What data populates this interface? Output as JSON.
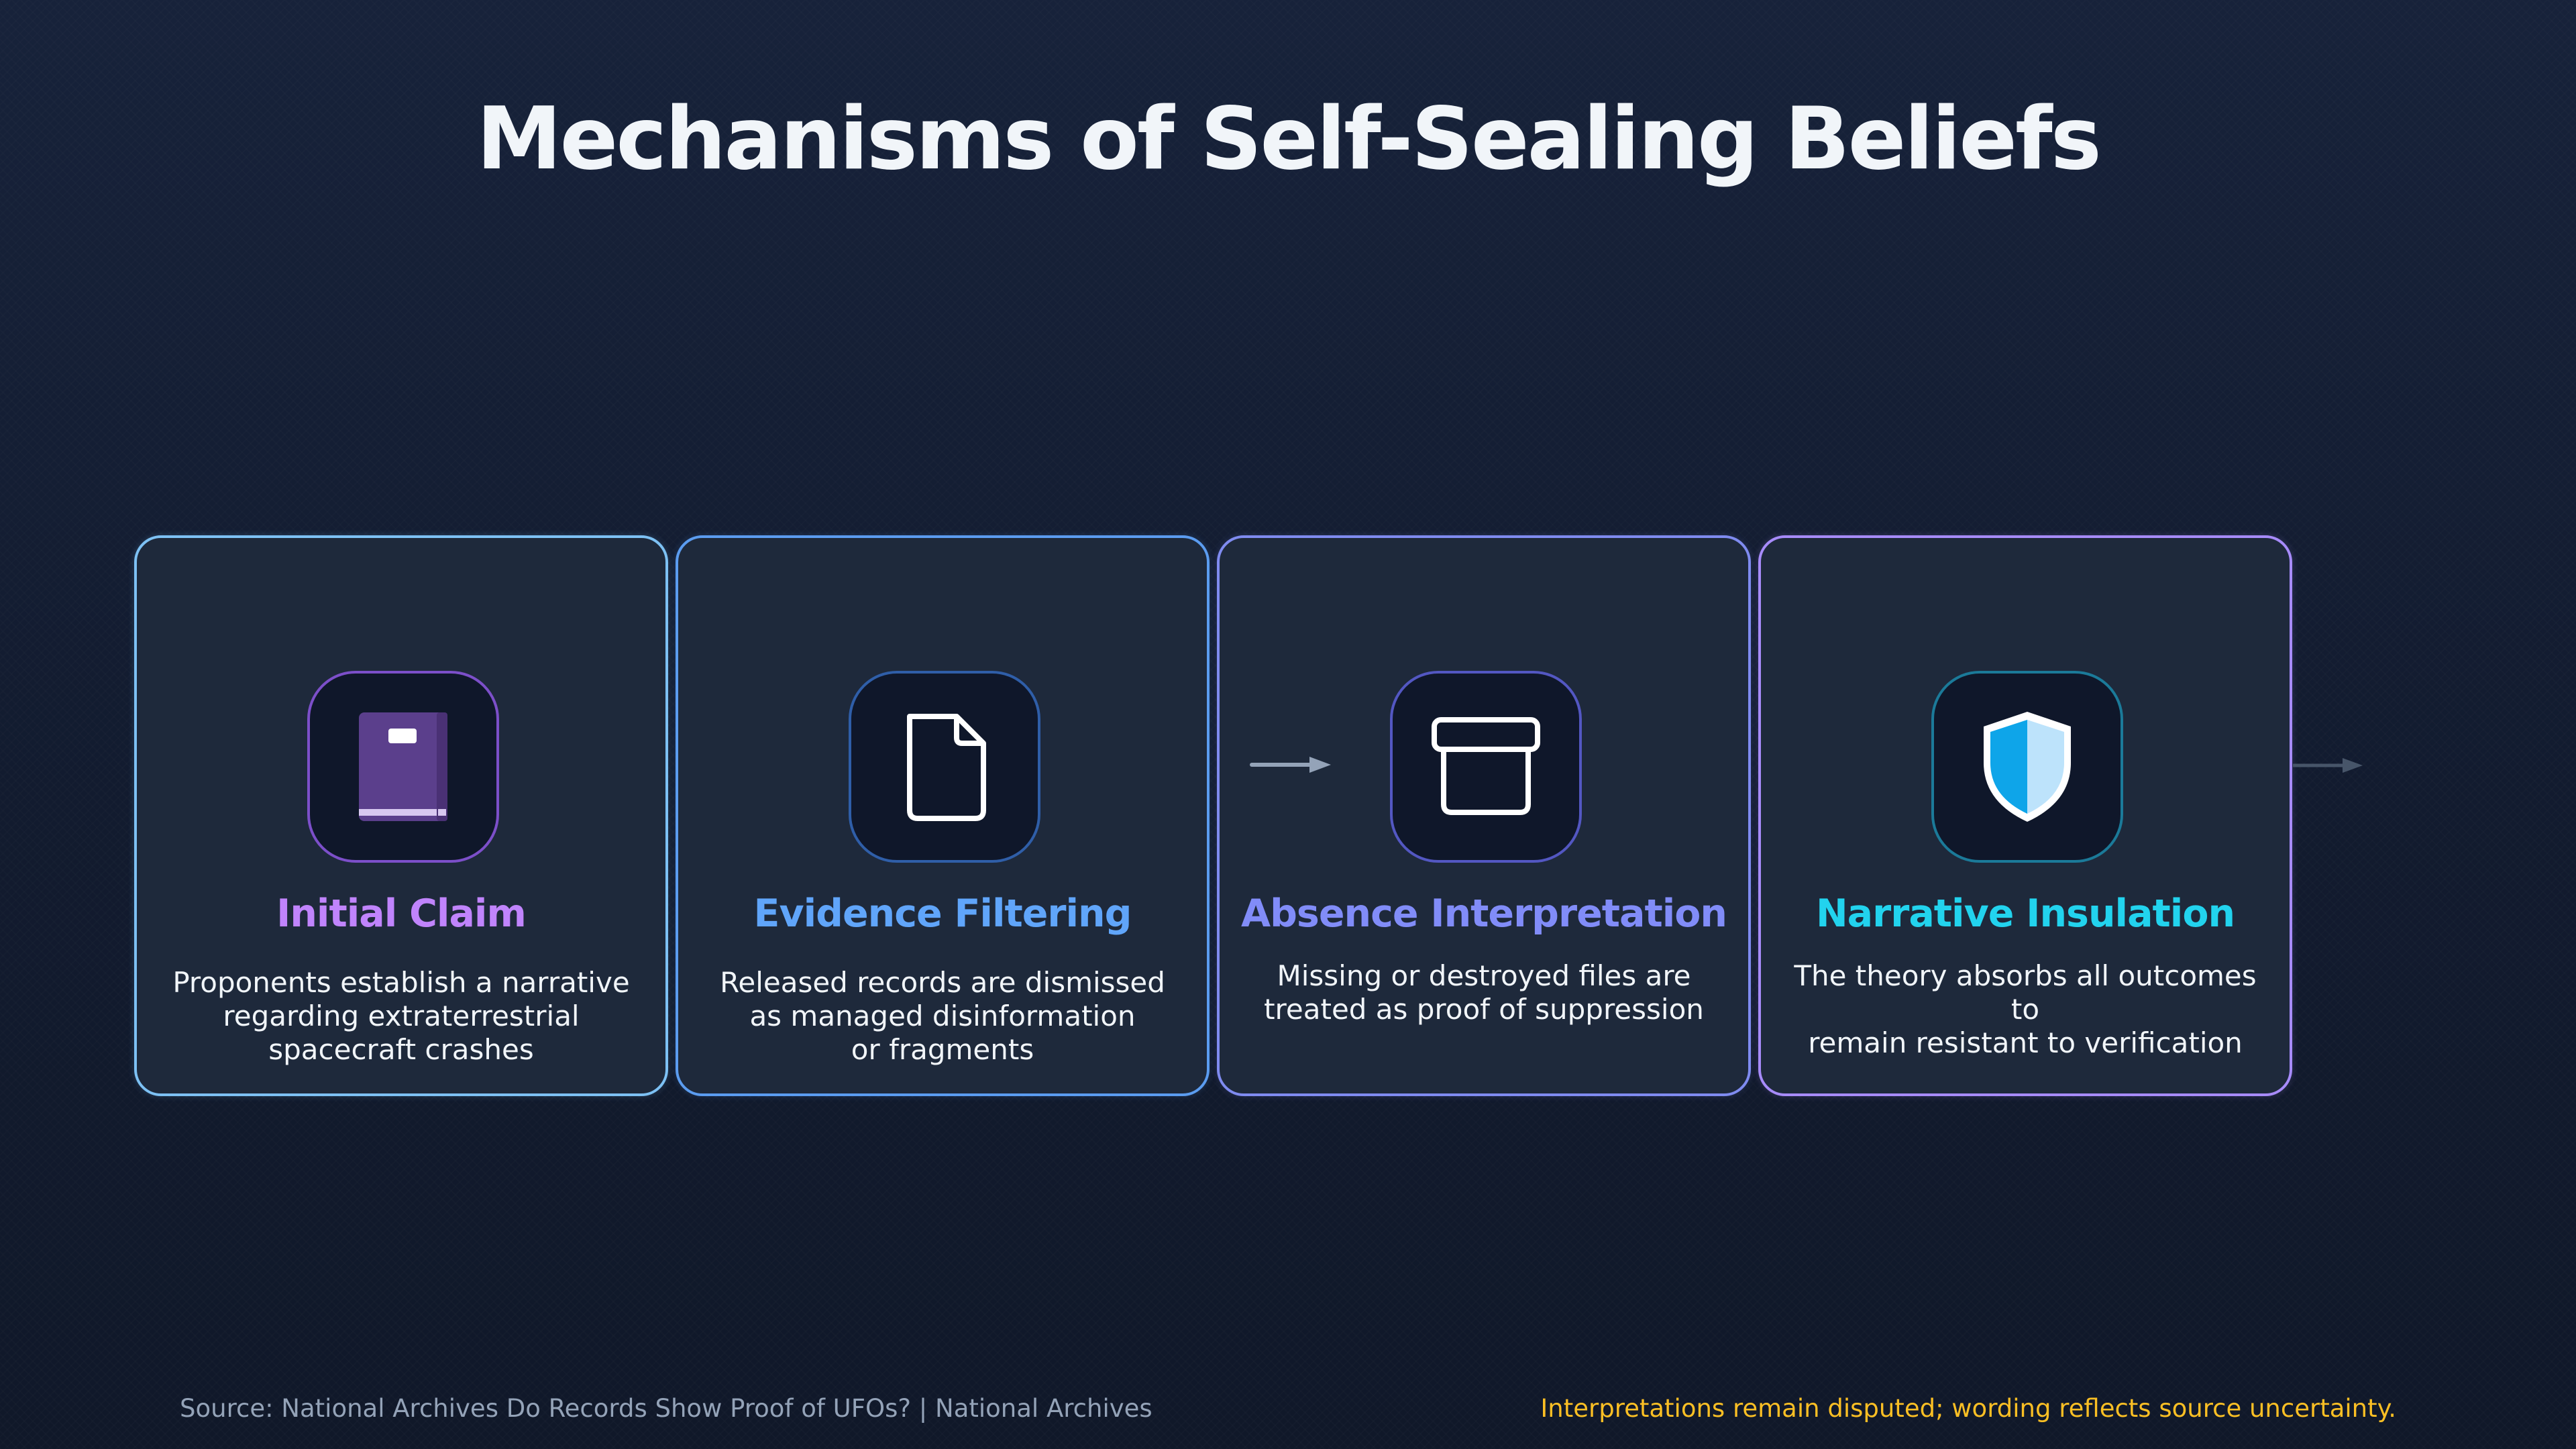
{
  "title": "Mechanisms of Self-Sealing Beliefs",
  "steps": [
    {
      "title": "Initial Claim",
      "description": "Proponents establish a narrative\nregarding extraterrestrial\nspacecraft crashes",
      "icon": "book-icon",
      "title_color": "#c084fc"
    },
    {
      "title": "Evidence Filtering",
      "description": "Released records are dismissed\nas managed disinformation\nor fragments",
      "icon": "document-icon",
      "title_color": "#60a5fa"
    },
    {
      "title": "Absence Interpretation",
      "description": "Missing or destroyed files are\ntreated as proof of suppression",
      "icon": "archive-box-icon",
      "title_color": "#818cf8"
    },
    {
      "title": "Narrative Insulation",
      "description": "The theory absorbs all outcomes to\nremain resistant to verification",
      "icon": "shield-icon",
      "title_color": "#22d3ee"
    }
  ],
  "footer": {
    "source": "Source: National Archives Do Records Show Proof of UFOs? | National Archives",
    "note": "Interpretations remain disputed; wording reflects source uncertainty."
  },
  "colors": {
    "background": "#111a2d",
    "card": "#1e293b",
    "note": "#fbbf24"
  }
}
